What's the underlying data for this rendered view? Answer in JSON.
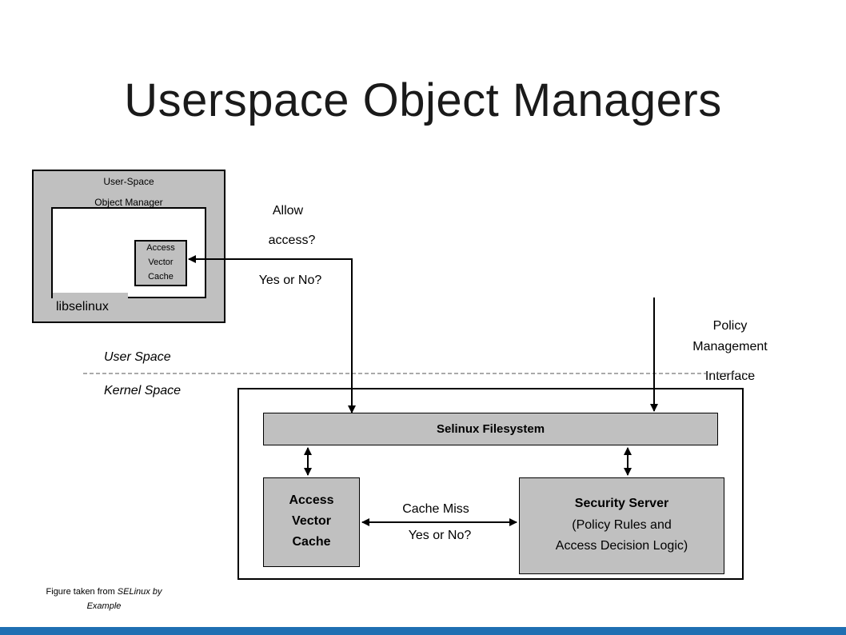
{
  "title": "Userspace Object Managers",
  "userspace_manager": {
    "label_line1": "User-Space",
    "label_line2": "Object Manager",
    "inner_label": "libselinux",
    "avc_line1": "Access",
    "avc_line2": "Vector",
    "avc_line3": "Cache"
  },
  "query": {
    "line1": "Allow",
    "line2": "access?",
    "line3": "Yes or No?"
  },
  "policy": {
    "line1": "Policy",
    "line2": "Management",
    "line3": "Interface"
  },
  "boundary": {
    "upper": "User Space",
    "lower": "Kernel Space"
  },
  "kernel": {
    "filesystem": "Selinux Filesystem",
    "avc_line1": "Access",
    "avc_line2": "Vector",
    "avc_line3": "Cache",
    "cache_miss": "Cache Miss",
    "yes_no": "Yes or No?",
    "server_line1": "Security Server",
    "server_line2": "(Policy Rules and",
    "server_line3": "Access Decision Logic)"
  },
  "caption": {
    "prefix": "Figure taken from ",
    "source_line1": "SELinux by",
    "source_line2": "Example"
  },
  "colors": {
    "box_fill": "#c0c0c0",
    "accent_bar": "#1f6fb2"
  }
}
